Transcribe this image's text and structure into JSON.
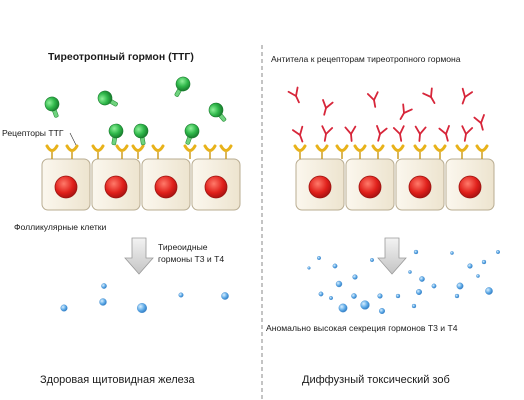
{
  "left_panel": {
    "title": "Тиреотропный гормон (ТТГ)",
    "receptors_label": "Рецепторы ТТГ",
    "cells_label": "Фолликулярные клетки",
    "hormones_label_line1": "Тиреоидные",
    "hormones_label_line2": "гормоны Т3 и Т4",
    "caption": "Здоровая щитовидная железа"
  },
  "right_panel": {
    "title": "Антитела к рецепторам тиреотропного гормона",
    "secretion_label": "Аномально высокая секреция гормонов Т3 и Т4",
    "caption": "Диффузный токсический зоб"
  },
  "colors": {
    "hormone_green": "#2fb84a",
    "antibody_red": "#d7263a",
    "receptor_yellow": "#e8b21a",
    "cell_fill": "#f5efe1",
    "nucleus_red": "#e0201b",
    "hormone_blue": "#5aa8e6",
    "arrow_gray": "#c9c9c9"
  }
}
